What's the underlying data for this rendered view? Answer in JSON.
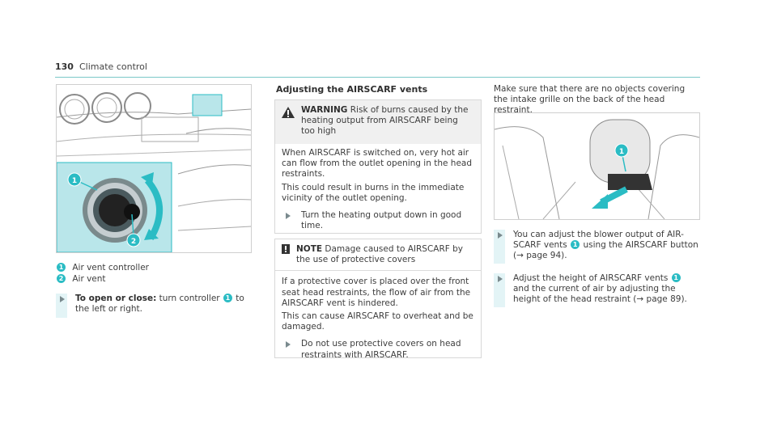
{
  "header": {
    "page_number": "130",
    "section": "Climate control"
  },
  "left": {
    "legend": [
      {
        "num": "1",
        "text": "Air vent controller"
      },
      {
        "num": "2",
        "text": "Air vent"
      }
    ],
    "step": {
      "bold": "To open or close:",
      "pre": " turn controller ",
      "num": "1",
      "post": " to the left or right."
    }
  },
  "middle": {
    "heading": "Adjusting the AIRSCARF vents",
    "warning": {
      "title": "WARNING",
      "lead": " Risk of burns caused by the heating output from AIRSCARF being too high",
      "p1": "When AIRSCARF is switched on, very hot air can flow from the outlet opening in the head restraints.",
      "p2": "This could result in burns in the immediate vicinity of the outlet opening.",
      "step": "Turn the heating output down in good time."
    },
    "note": {
      "title": "NOTE",
      "lead": " Damage caused to AIRSCARF by the use of protective covers",
      "p1": "If a protective cover is placed over the front seat head restraints, the flow of air from the AIRSCARF vent is hindered.",
      "p2": "This can cause AIRSCARF to overheat and be damaged.",
      "step": "Do not use protective covers on head restraints with AIRSCARF."
    }
  },
  "right": {
    "intro": "Make sure that there are no objects covering the intake grille on the back of the head restraint.",
    "step1": {
      "pre": "You can adjust the blower output of AIR-SCARF vents ",
      "num": "1",
      "post": " using the AIRSCARF button (→ page 94)."
    },
    "step2": {
      "pre": "Adjust the height of AIRSCARF vents ",
      "num": "1",
      "post": " and the current of air by adjusting the height of the head restraint (→ page 89)."
    }
  },
  "figure_labels": {
    "callout_1": "1",
    "callout_2": "2"
  },
  "colors": {
    "accent": "#2bbcc4",
    "highlight": "#b9e6ea",
    "header_line": "#7cc8c8"
  }
}
